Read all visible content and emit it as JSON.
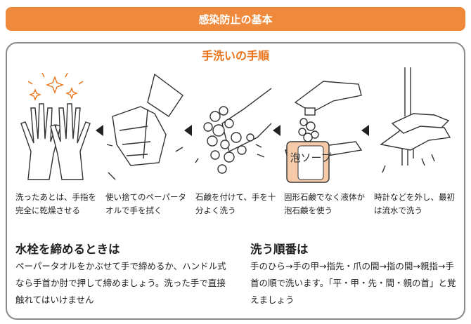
{
  "banner": {
    "title": "感染防止の基本"
  },
  "section": {
    "title": "手洗いの手順"
  },
  "steps": [
    {
      "caption": "洗ったあとは、手指を完全に乾燥させる",
      "icon": "dry-hands-sparkle-icon"
    },
    {
      "caption": "使い捨てのペーパータオルで手を拭く",
      "icon": "paper-towel-hands-icon"
    },
    {
      "caption": "石鹸を付けて、手を十分よく洗う",
      "icon": "soapy-hands-icon"
    },
    {
      "caption": "固形石鹸でなく液体か泡石鹸を使う",
      "icon": "foam-soap-bottle-icon",
      "bottle_label": "泡ソープ"
    },
    {
      "caption": "時計などを外し、最初は流水で洗う",
      "icon": "hands-under-water-icon"
    }
  ],
  "faucet": {
    "title": "水栓を締めるときは",
    "body": "ペーパータオルをかぶせて手で締めるか、ハンドル式なら手首か肘で押して締めましょう。洗った手で直接触れてはいけません"
  },
  "order": {
    "title": "洗う順番は",
    "body": "手のひら→手の甲→指先・爪の間→指の間→親指→手首の順で洗います。「平・甲・先・間・親の首」と覚えましょう"
  },
  "colors": {
    "accent": "#ef8a3c",
    "title": "#e8731a",
    "border": "#8a8a8a"
  }
}
